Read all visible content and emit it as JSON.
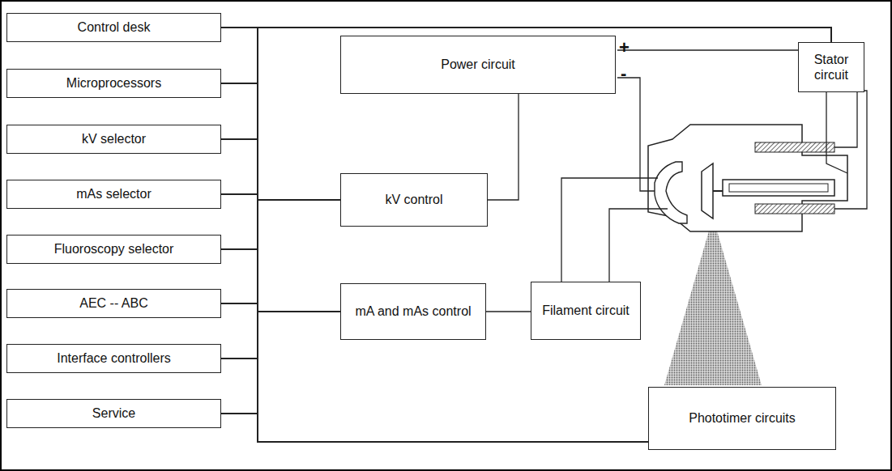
{
  "diagram": {
    "nodes": [
      {
        "text": [
          "Control desk"
        ]
      },
      {
        "text": [
          "Microprocessors"
        ]
      },
      {
        "text": [
          "kV selector"
        ]
      },
      {
        "text": [
          "mAs selector"
        ]
      },
      {
        "text": [
          "Fluoroscopy selector"
        ]
      },
      {
        "text": [
          "AEC -- ABC"
        ]
      },
      {
        "text": [
          "Interface controllers"
        ]
      },
      {
        "text": [
          "Service"
        ]
      },
      {
        "text": [
          "Power circuit"
        ]
      },
      {
        "text": [
          "Stator circuit"
        ]
      },
      {
        "text": [
          "kV control"
        ]
      },
      {
        "text": [
          "mA and mAs control"
        ]
      },
      {
        "text": [
          "Filament circuit"
        ]
      },
      {
        "text": [
          "Phototimer circuits"
        ]
      }
    ],
    "edges": [
      {
        "from": 0,
        "to": 10,
        "arrow": "none"
      },
      {
        "from": 0,
        "to": 11,
        "arrow": "none"
      },
      {
        "from": 0,
        "to": 13,
        "arrow": "none"
      },
      {
        "from": 0,
        "to": 9,
        "arrow": "none"
      },
      {
        "from": 1,
        "to": 10,
        "arrow": "none"
      },
      {
        "from": 1,
        "to": 11,
        "arrow": "none"
      },
      {
        "from": 1,
        "to": 13,
        "arrow": "none"
      },
      {
        "from": 1,
        "to": 9,
        "arrow": "none"
      },
      {
        "from": 2,
        "to": 10,
        "arrow": "none"
      },
      {
        "from": 2,
        "to": 11,
        "arrow": "none"
      },
      {
        "from": 2,
        "to": 13,
        "arrow": "none"
      },
      {
        "from": 2,
        "to": 9,
        "arrow": "none"
      },
      {
        "from": 3,
        "to": 10,
        "arrow": "none"
      },
      {
        "from": 3,
        "to": 11,
        "arrow": "none"
      },
      {
        "from": 3,
        "to": 13,
        "arrow": "none"
      },
      {
        "from": 3,
        "to": 9,
        "arrow": "none"
      },
      {
        "from": 4,
        "to": 10,
        "arrow": "none"
      },
      {
        "from": 4,
        "to": 11,
        "arrow": "none"
      },
      {
        "from": 4,
        "to": 13,
        "arrow": "none"
      },
      {
        "from": 4,
        "to": 9,
        "arrow": "none"
      },
      {
        "from": 5,
        "to": 10,
        "arrow": "none"
      },
      {
        "from": 5,
        "to": 11,
        "arrow": "none"
      },
      {
        "from": 5,
        "to": 13,
        "arrow": "none"
      },
      {
        "from": 5,
        "to": 9,
        "arrow": "none"
      },
      {
        "from": 6,
        "to": 10,
        "arrow": "none"
      },
      {
        "from": 6,
        "to": 11,
        "arrow": "none"
      },
      {
        "from": 6,
        "to": 13,
        "arrow": "none"
      },
      {
        "from": 6,
        "to": 9,
        "arrow": "none"
      },
      {
        "from": 7,
        "to": 10,
        "arrow": "none"
      },
      {
        "from": 7,
        "to": 11,
        "arrow": "none"
      },
      {
        "from": 7,
        "to": 13,
        "arrow": "none"
      },
      {
        "from": 7,
        "to": 9,
        "arrow": "none"
      },
      {
        "from": 8,
        "to": 10,
        "arrow": "none"
      },
      {
        "from": 11,
        "to": 12,
        "arrow": "none"
      }
    ],
    "labels": [
      "+",
      "-"
    ]
  }
}
